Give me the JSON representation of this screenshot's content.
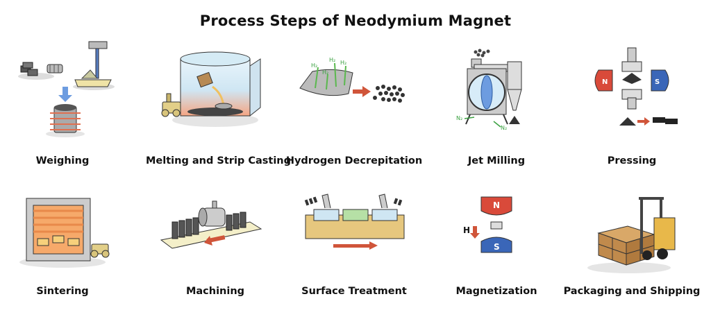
{
  "title": "Process Steps of Neodymium Magnet",
  "steps": [
    {
      "label": "Weighing",
      "icon": "weighing-icon"
    },
    {
      "label": "Melting and Strip Casting",
      "icon": "furnace-icon"
    },
    {
      "label": "Hydrogen Decrepitation",
      "icon": "hydrogen-icon"
    },
    {
      "label": "Jet Milling",
      "icon": "jet-mill-icon"
    },
    {
      "label": "Pressing",
      "icon": "press-icon"
    },
    {
      "label": "Sintering",
      "icon": "sintering-oven-icon"
    },
    {
      "label": "Machining",
      "icon": "machining-icon"
    },
    {
      "label": "Surface Treatment",
      "icon": "surface-treatment-icon"
    },
    {
      "label": "Magnetization",
      "icon": "magnet-icon"
    },
    {
      "label": "Packaging and Shipping",
      "icon": "forklift-icon"
    }
  ],
  "annotations": {
    "h2": "H₂",
    "n2": "N₂",
    "north": "N",
    "south": "S",
    "field": "H"
  },
  "colors": {
    "red": "#d94a3a",
    "blue": "#3a66b8",
    "arrow": "#c9563a",
    "wood": "#e3c27a",
    "orange": "#f08a3c"
  }
}
